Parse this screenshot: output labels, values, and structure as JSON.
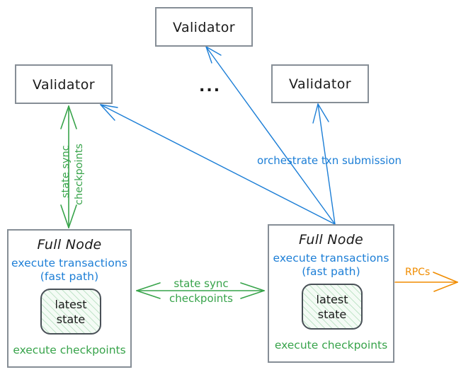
{
  "diagram": {
    "title": "Sui network validators and full nodes architecture",
    "colors": {
      "box_border": "#868e96",
      "blue": "#1c7ed6",
      "green": "#37a34a",
      "orange": "#f08c00",
      "text": "#1a1a1a",
      "state_border": "#495057",
      "background": "#ffffff"
    },
    "validators": [
      {
        "label": "Validator"
      },
      {
        "label": "Validator"
      },
      {
        "label": "Validator"
      }
    ],
    "ellipsis": "...",
    "full_nodes": [
      {
        "title": "Full Node",
        "blue_line1": "execute transactions",
        "blue_line2": "(fast path)",
        "state_line1": "latest",
        "state_line2": "state",
        "green_label": "execute checkpoints"
      },
      {
        "title": "Full Node",
        "blue_line1": "execute transactions",
        "blue_line2": "(fast path)",
        "state_line1": "latest",
        "state_line2": "state",
        "green_label": "execute checkpoints"
      }
    ],
    "edges": {
      "orchestrate": "orchestrate txn submission",
      "state_sync_vertical_line1": "state sync",
      "state_sync_vertical_line2": "checkpoints",
      "state_sync_horizontal_line1": "state sync",
      "state_sync_horizontal_line2": "checkpoints",
      "rpcs": "RPCs"
    }
  }
}
